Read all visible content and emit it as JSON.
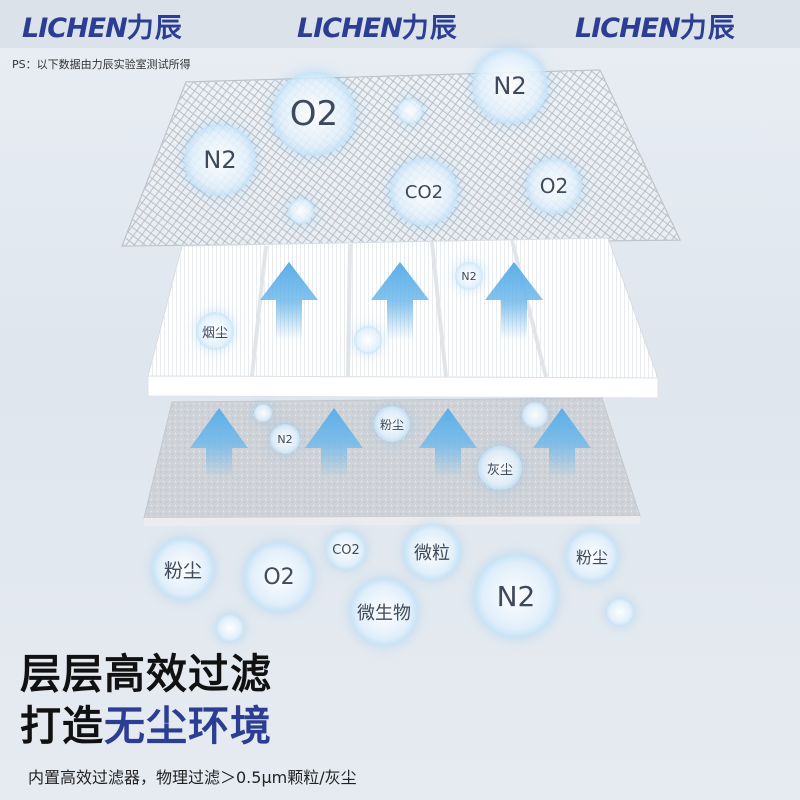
{
  "logos": [
    {
      "latin": "LICHEN",
      "cn": "力辰"
    },
    {
      "latin": "LICHEN",
      "cn": "力辰"
    },
    {
      "latin": "LICHEN",
      "cn": "力辰"
    }
  ],
  "note": "PS：以下数据由力辰实验室测试所得",
  "bubbles": {
    "mesh_o2_big": "O2",
    "mesh_n2_top": "N2",
    "mesh_n2_left": "N2",
    "mesh_co2": "CO2",
    "mesh_o2_right": "O2",
    "hepa_smoke": "烟尘",
    "hepa_n2": "N2",
    "cotton_n2": "N2",
    "cotton_powder": "粉尘",
    "cotton_ash": "灰尘",
    "low_powder_left": "粉尘",
    "low_o2": "O2",
    "low_co2": "CO2",
    "low_particle": "微粒",
    "low_microbe": "微生物",
    "low_n2": "N2",
    "low_powder_right": "粉尘"
  },
  "heading": {
    "line1": "层层高效过滤",
    "line2_plain": "打造",
    "line2_accent": "无尘环境"
  },
  "subtitle": "内置高效过滤器，物理过滤＞0.5μm颗粒/灰尘",
  "colors": {
    "brand": "#2c3e94",
    "arrow": "#6fb8ea"
  }
}
